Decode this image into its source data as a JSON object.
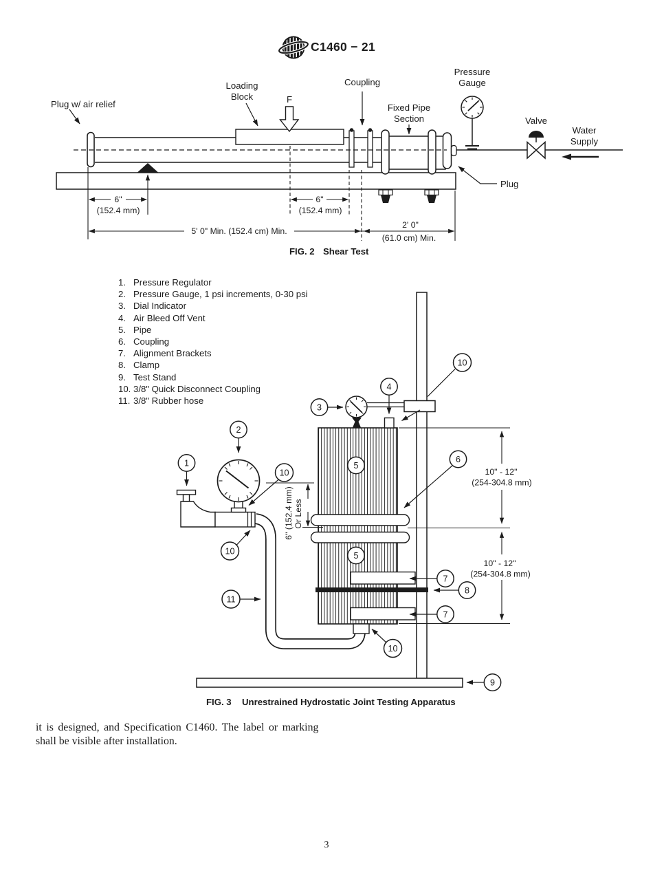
{
  "header": {
    "logo": "astm-logo",
    "code": "C1460 − 21"
  },
  "fig2": {
    "labels": {
      "plug_air_relief": "Plug w/ air relief",
      "loading_block_l1": "Loading",
      "loading_block_l2": "Block",
      "force": "F",
      "coupling": "Coupling",
      "fixed_pipe_l1": "Fixed Pipe",
      "fixed_pipe_l2": "Section",
      "pressure_gauge_l1": "Pressure",
      "pressure_gauge_l2": "Gauge",
      "valve": "Valve",
      "water_supply_l1": "Water",
      "water_supply_l2": "Supply",
      "plug": "Plug"
    },
    "dims": {
      "six_left": "6\"",
      "six_left_mm": "(152.4 mm)",
      "six_right": "6\"",
      "six_right_mm": "(152.4 mm)",
      "five_ft": "5' 0\" Min. (152.4 cm) Min.",
      "two_ft": "2' 0\"",
      "two_ft_cm": "(61.0 cm) Min."
    },
    "caption_prefix": "FIG. 2",
    "caption_title": "Shear Test"
  },
  "fig3": {
    "legend": [
      {
        "num": "1.",
        "label": "Pressure Regulator"
      },
      {
        "num": "2.",
        "label": "Pressure Gauge, 1 psi increments, 0-30 psi"
      },
      {
        "num": "3.",
        "label": "Dial Indicator"
      },
      {
        "num": "4.",
        "label": "Air Bleed Off Vent"
      },
      {
        "num": "5.",
        "label": "Pipe"
      },
      {
        "num": "6.",
        "label": "Coupling"
      },
      {
        "num": "7.",
        "label": "Alignment Brackets"
      },
      {
        "num": "8.",
        "label": "Clamp"
      },
      {
        "num": "9.",
        "label": "Test Stand"
      },
      {
        "num": "10.",
        "label": "3/8\" Quick Disconnect Coupling"
      },
      {
        "num": "11.",
        "label": "3/8\" Rubber hose"
      }
    ],
    "callouts": {
      "n1": "1",
      "n2": "2",
      "n3": "3",
      "n4": "4",
      "n5": "5",
      "n6": "6",
      "n7": "7",
      "n8": "8",
      "n9": "9",
      "n10": "10",
      "n11": "11"
    },
    "dims": {
      "six_or_less_a": "6\" (152.4 mm)",
      "six_or_less_b": "Or Less",
      "range_upper_a": "10\" - 12\"",
      "range_upper_b": "(254-304.8 mm)",
      "range_lower_a": "10\" - 12\"",
      "range_lower_b": "(254-304.8 mm)"
    },
    "caption_prefix": "FIG. 3",
    "caption_title": "Unrestrained Hydrostatic Joint Testing Apparatus"
  },
  "body_text": {
    "line1": "it is designed, and Specification C1460. The label or marking",
    "line2": "shall be visible after installation."
  },
  "footer": {
    "page_number": "3"
  }
}
